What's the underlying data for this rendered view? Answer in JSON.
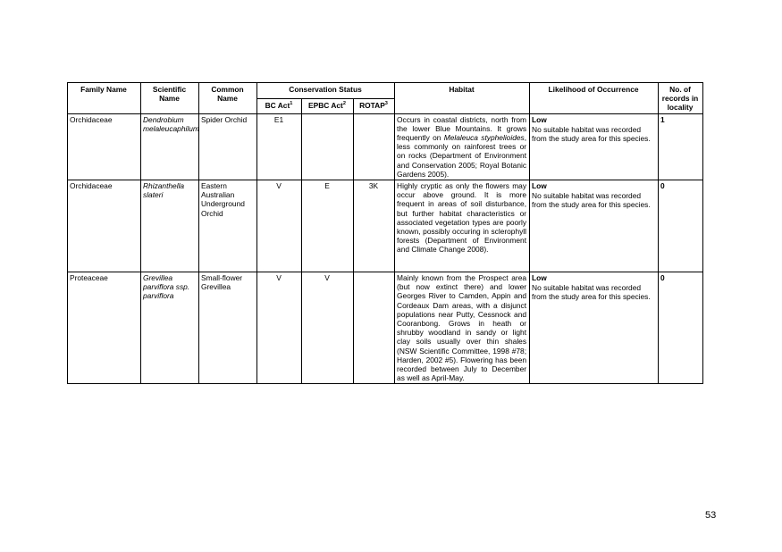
{
  "headers": {
    "family": "Family Name",
    "scientific": "Scientific Name",
    "common": "Common Name",
    "conservation": "Conservation Status",
    "bc_act": "BC Act",
    "bc_sup": "1",
    "epbc_act": "EPBC Act",
    "epbc_sup": "2",
    "rotap": "ROTAP",
    "rotap_sup": "3",
    "habitat": "Habitat",
    "likelihood": "Likelihood of Occurrence",
    "records": "No. of records in locality"
  },
  "rows": [
    {
      "family": "Orchidaceae",
      "scientific": "Dendrobium melaleucaphilum",
      "common": "Spider Orchid",
      "bc": "E1",
      "epbc": "",
      "rotap": "",
      "habitat_pre": "Occurs in coastal districts, north from the lower Blue Mountains. It grows frequently on ",
      "habitat_em": "Melaleuca styphelioides",
      "habitat_post": ", less commonly on rainforest trees or on rocks (Department of Environment and Conservation 2005; Royal Botanic Gardens 2005).",
      "likelihood": "Low",
      "likelihood_detail": "No suitable habitat was recorded from the study area for this species.",
      "records": "1"
    },
    {
      "family": "Orchidaceae",
      "scientific": "Rhizanthella slateri",
      "common": "Eastern Australian Underground Orchid",
      "bc": "V",
      "epbc": "E",
      "rotap": "3K",
      "habitat_pre": "Highly cryptic as only the flowers may occur above ground. It is more frequent in areas of soil disturbance, but further habitat characteristics or associated vegetation types are poorly known, possibly occuring in sclerophyll forests (Department of Environment and Climate Change 2008).",
      "habitat_em": "",
      "habitat_post": "",
      "likelihood": "Low",
      "likelihood_detail": "No suitable habitat was recorded from the study area for this species.",
      "records": "0"
    },
    {
      "family": "Proteaceae",
      "scientific": "Grevillea parviflora ssp. parviflora",
      "common": "Small-flower Grevillea",
      "bc": "V",
      "epbc": "V",
      "rotap": "",
      "habitat_pre": "Mainly known from the Prospect area (but now extinct there) and lower Georges River to Camden, Appin and Cordeaux Dam areas, with a disjunct populations near Putty, Cessnock and Cooranbong. Grows in heath or shrubby woodland in sandy or light clay soils usually over thin shales (NSW Scientific Committee, 1998 #78; Harden, 2002 #5). Flowering has been recorded between July to December as well as April-May.",
      "habitat_em": "",
      "habitat_post": "",
      "likelihood": "Low",
      "likelihood_detail": "No suitable habitat was recorded from the study area for this species.",
      "records": "0"
    }
  ],
  "page_number": "53"
}
